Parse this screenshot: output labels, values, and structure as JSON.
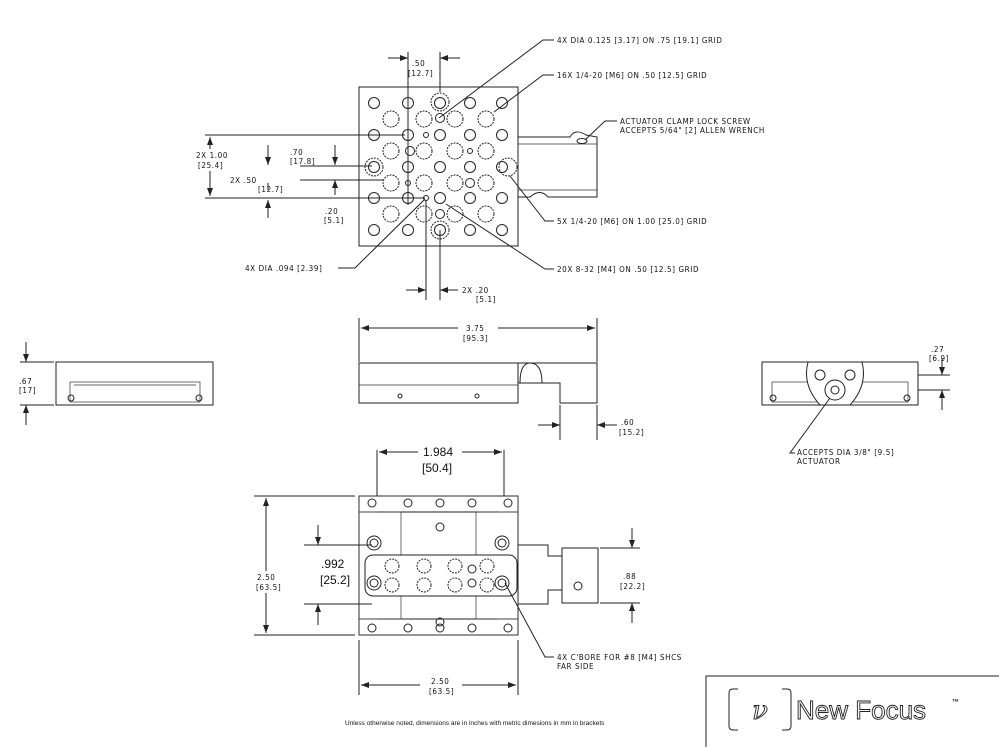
{
  "top_view": {
    "callout_pin_holes": "4X DIA 0.125 [3.17] ON .75 [19.1] GRID",
    "callout_m6_16x": "16X 1/4-20 [M6] ON .50 [12.5] GRID",
    "callout_clamp_line1": "ACTUATOR CLAMP LOCK SCREW",
    "callout_clamp_line2": "ACCEPTS 5/64\" [2] ALLEN WRENCH",
    "callout_m6_5x": "5X 1/4-20 [M6] ON 1.00 [25.0] GRID",
    "callout_m4_20x": "20X 8-32 [M4] ON .50 [12.5] GRID",
    "callout_dia_094": "4X DIA .094 [2.39]",
    "dim_50": ".50",
    "dim_50_mm": "[12.7]",
    "dim_2x100": "2X 1.00",
    "dim_2x100_mm": "[25.4]",
    "dim_70": ".70",
    "dim_70_mm": "[17.8]",
    "dim_2x50": "2X .50",
    "dim_2x50_mm": "[12.7]",
    "dim_20": ".20",
    "dim_20_mm": "[5.1]",
    "dim_2x20": "2X .20",
    "dim_2x20_mm": "[5.1]"
  },
  "side_view": {
    "dim_375": "3.75",
    "dim_375_mm": "[95.3]",
    "dim_60": ".60",
    "dim_60_mm": "[15.2]"
  },
  "left_view": {
    "dim_67": ".67",
    "dim_67_mm": "[17]"
  },
  "right_view": {
    "dim_27": ".27",
    "dim_27_mm": "[6.9]",
    "callout_line1": "ACCEPTS DIA 3/8\" [9.5]",
    "callout_line2": "ACTUATOR"
  },
  "bottom_view": {
    "dim_1984": "1.984",
    "dim_1984_mm": "[50.4]",
    "dim_992": ".992",
    "dim_992_mm": "[25.2]",
    "dim_250_v": "2.50",
    "dim_250_v_mm": "[63.5]",
    "dim_88": ".88",
    "dim_88_mm": "[22.2]",
    "callout_cbore_line1": "4X C'BORE FOR #8 [M4] SHCS",
    "callout_cbore_line2": "FAR SIDE",
    "dim_250_h": "2.50",
    "dim_250_h_mm": "[63.5]"
  },
  "footer": {
    "note": "Unless otherwise noted, dimensions are in inches with metric dimesions in mm in brackets",
    "logo_text": "New Focus",
    "logo_tm": "™"
  }
}
